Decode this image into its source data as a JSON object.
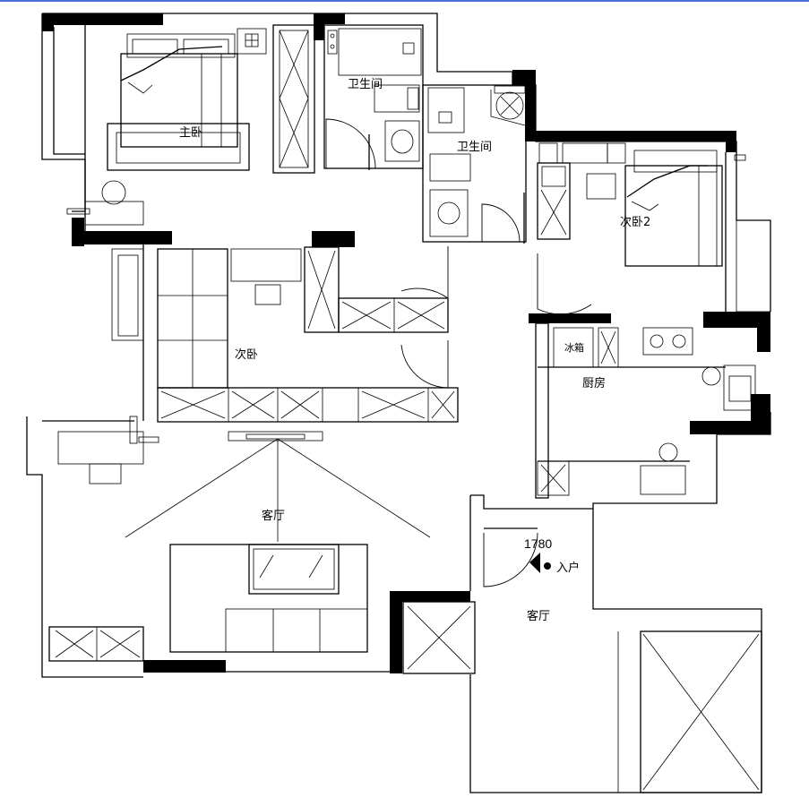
{
  "rooms": {
    "master_bedroom": "主卧",
    "bathroom_1": "卫生间",
    "bathroom_2": "卫生间",
    "bedroom_2": "次卧2",
    "second_bedroom": "次卧",
    "kitchen": "厨房",
    "living_room": "客厅",
    "living_room_2": "客厅",
    "fridge": "冰箱"
  },
  "annotations": {
    "dimension": "1780",
    "entrance": "入户"
  },
  "colors": {
    "wall": "#000000",
    "line": "#000000",
    "background": "#ffffff",
    "top_rule": "#4a6fd8"
  }
}
